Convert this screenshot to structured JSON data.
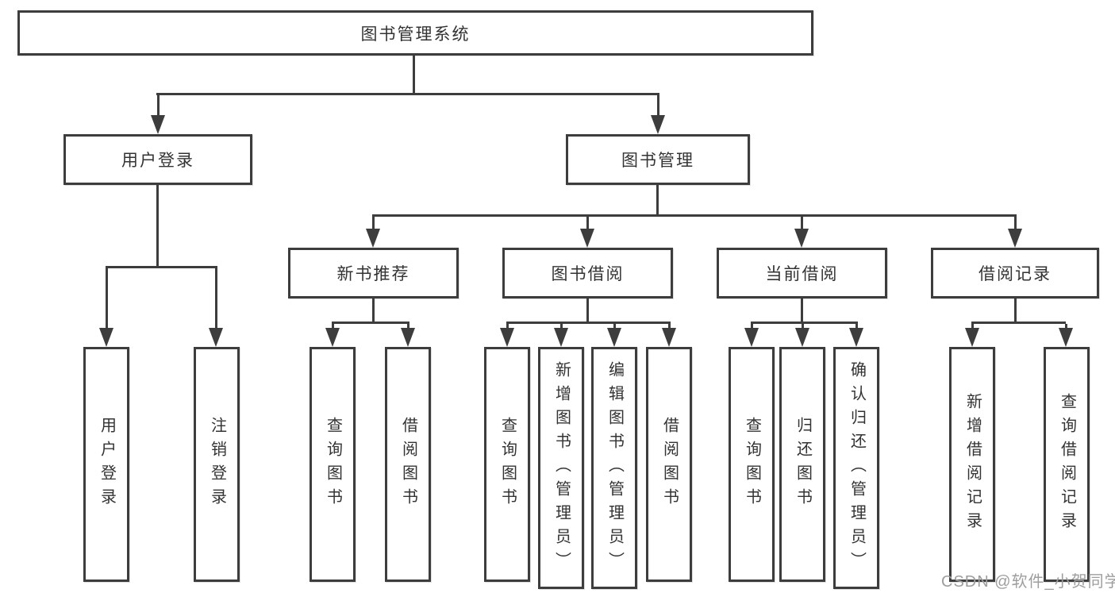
{
  "root": {
    "label": "图书管理系统"
  },
  "level2": {
    "login": "用户登录",
    "books": "图书管理"
  },
  "level3": {
    "recommend": "新书推荐",
    "borrow": "图书借阅",
    "current": "当前借阅",
    "records": "借阅记录"
  },
  "leaves": {
    "login": [
      "用户登录",
      "注销登录"
    ],
    "recommend": [
      "查询图书",
      "借阅图书"
    ],
    "borrow": [
      "查询图书",
      "新增图书（管理员）",
      "编辑图书（管理员）",
      "借阅图书"
    ],
    "current": [
      "查询图书",
      "归还图书",
      "确认归还（管理员）"
    ],
    "records": [
      "新增借阅记录",
      "查询借阅记录"
    ]
  },
  "watermark": {
    "text": "CSDN @软件_小贺同学"
  },
  "colors": {
    "line": "#3d3d3d",
    "text": "#333333",
    "watermark": "#9e9e9e",
    "background": "#ffffff"
  }
}
